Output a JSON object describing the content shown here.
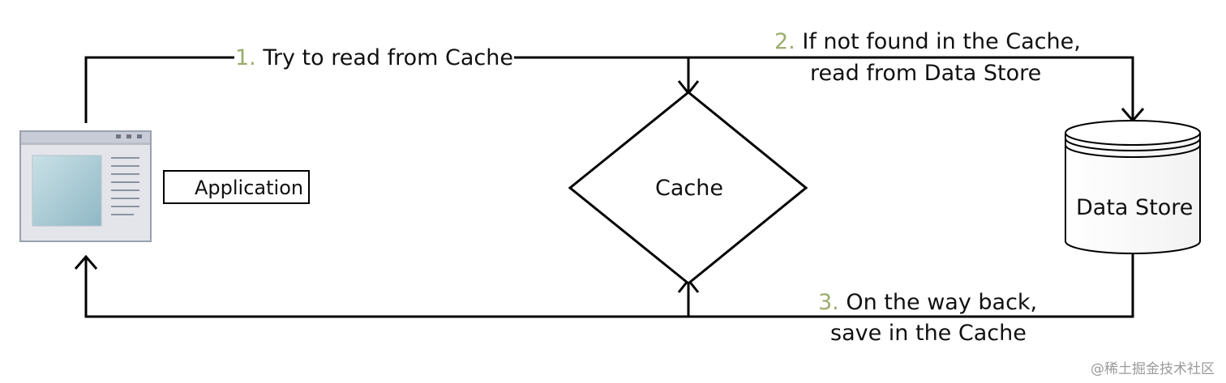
{
  "diagram": {
    "application": {
      "label": "Application"
    },
    "cache": {
      "label": "Cache"
    },
    "data_store": {
      "label": "Data Store"
    },
    "steps": [
      {
        "number": "1.",
        "lines": [
          "Try to read from Cache"
        ]
      },
      {
        "number": "2.",
        "lines": [
          "If not found in the Cache,",
          "read from Data Store"
        ]
      },
      {
        "number": "3.",
        "lines": [
          "On the way back,",
          "save in the Cache"
        ]
      }
    ],
    "colors": {
      "step_number": "#9bad6c",
      "line": "#000000",
      "window_frame": "#d7d9e0",
      "window_screen": "#a9cbd6"
    }
  },
  "watermark": "@稀土掘金技术社区"
}
